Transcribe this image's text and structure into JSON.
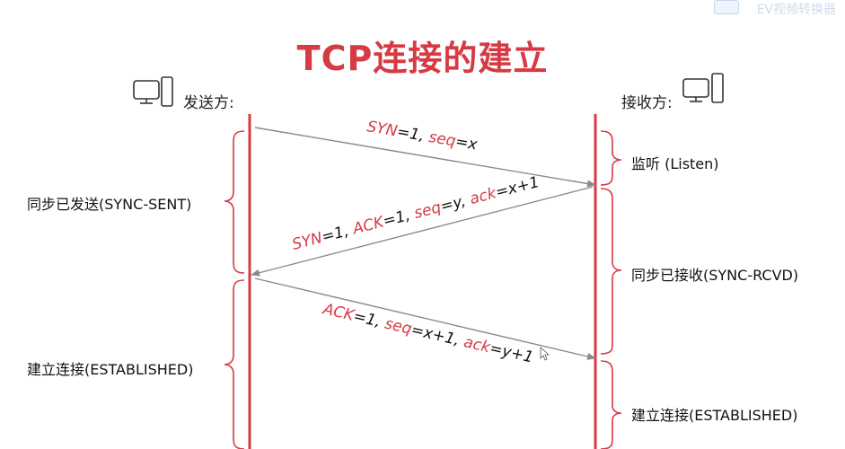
{
  "title": "TCP连接的建立",
  "watermark": "EV视频转换器",
  "sender": {
    "label": "发送方:",
    "icon": "computer-icon"
  },
  "receiver": {
    "label": "接收方:",
    "icon": "computer-icon"
  },
  "sender_states": [
    "同步已发送(SYNC-SENT)",
    "建立连接(ESTABLISHED)"
  ],
  "receiver_states": [
    "监听 (Listen)",
    "同步已接收(SYNC-RCVD)",
    "建立连接(ESTABLISHED)"
  ],
  "messages": [
    {
      "parts": [
        {
          "t": "SYN",
          "red": true
        },
        {
          "t": "=1, ",
          "red": false
        },
        {
          "t": "seq",
          "red": true
        },
        {
          "t": "=x",
          "red": false
        }
      ]
    },
    {
      "parts": [
        {
          "t": "SYN",
          "red": true
        },
        {
          "t": "=1, ",
          "red": false
        },
        {
          "t": "ACK",
          "red": true
        },
        {
          "t": "=1, ",
          "red": false
        },
        {
          "t": "seq",
          "red": true
        },
        {
          "t": "=y, ",
          "red": false
        },
        {
          "t": "ack",
          "red": true
        },
        {
          "t": "=x+1",
          "red": false
        }
      ]
    },
    {
      "parts": [
        {
          "t": "ACK",
          "red": true
        },
        {
          "t": "=1, ",
          "red": false
        },
        {
          "t": "seq",
          "red": true
        },
        {
          "t": "=x+1, ",
          "red": false
        },
        {
          "t": "ack",
          "red": true
        },
        {
          "t": "=y+1",
          "red": false
        }
      ]
    }
  ],
  "colors": {
    "accent": "#d63a43",
    "arrow": "#8a8a8a",
    "text": "#111111"
  }
}
